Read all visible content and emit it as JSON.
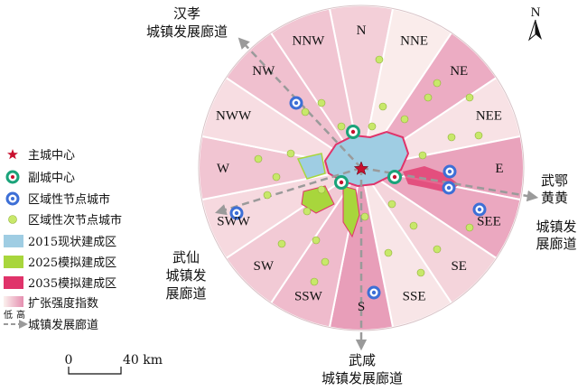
{
  "corridors": {
    "north": [
      "汉孝",
      "城镇发展廊道"
    ],
    "east": [
      "武鄂",
      "黄黄",
      "城镇发",
      "展廊道"
    ],
    "southwest": [
      "武仙",
      "城镇发",
      "展廊道"
    ],
    "south": [
      "武咸",
      "城镇发展廊道"
    ]
  },
  "compass": {
    "label": "N"
  },
  "sectors": [
    {
      "label": "N",
      "intensity": 0.35
    },
    {
      "label": "NNE",
      "intensity": 0.05
    },
    {
      "label": "NE",
      "intensity": 0.7
    },
    {
      "label": "NEE",
      "intensity": 0.15
    },
    {
      "label": "E",
      "intensity": 0.8
    },
    {
      "label": "SEE",
      "intensity": 0.75
    },
    {
      "label": "SE",
      "intensity": 0.3
    },
    {
      "label": "SSE",
      "intensity": 0.12
    },
    {
      "label": "S",
      "intensity": 0.85
    },
    {
      "label": "SSW",
      "intensity": 0.55
    },
    {
      "label": "SW",
      "intensity": 0.4
    },
    {
      "label": "SWW",
      "intensity": 0.25
    },
    {
      "label": "W",
      "intensity": 0.45
    },
    {
      "label": "NWW",
      "intensity": 0.2
    },
    {
      "label": "NW",
      "intensity": 0.5
    },
    {
      "label": "NNW",
      "intensity": 0.45
    }
  ],
  "legend": {
    "main_city": "主城中心",
    "sub_city": "副城中心",
    "regional_node": "区域性节点城市",
    "regional_subnode": "区域性次节点城市",
    "built_2015": "2015现状建成区",
    "sim_2025": "2025模拟建成区",
    "sim_2035": "2035模拟建成区",
    "expansion_index": "扩张强度指数",
    "low": "低",
    "high": "高",
    "corridor": "城镇发展廊道"
  },
  "scale": {
    "zero": "0",
    "distance": "40 km"
  },
  "colors": {
    "intensity_low": "#fbf1ee",
    "intensity_high": "#e58fb0",
    "built_2015": "#9fcde3",
    "sim_2025": "#a8d63c",
    "sim_2035": "#e0336a",
    "main_city": "#c8102e",
    "sub_city": "#1aa37a",
    "regional_node": "#3d6fd6",
    "regional_subnode": "#c8e86a",
    "corridor": "#999999"
  }
}
